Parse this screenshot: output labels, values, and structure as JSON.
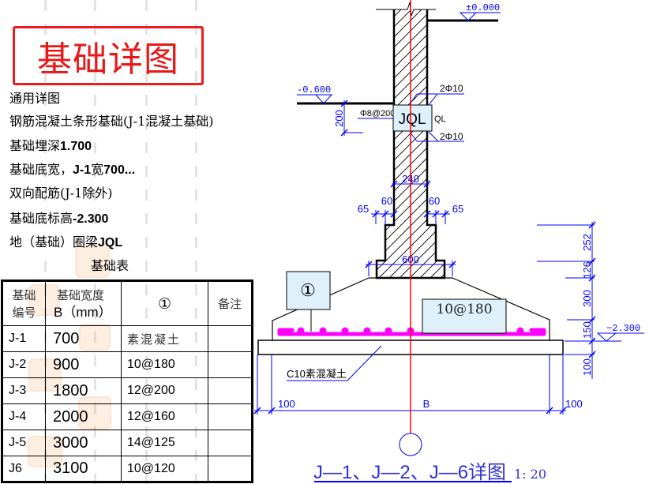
{
  "title_box": {
    "label": "基础详图"
  },
  "notes": [
    {
      "parts": [
        "通用详图"
      ]
    },
    {
      "parts": [
        "钢筋混凝土条形基础(J-1混凝土基础)"
      ]
    },
    {
      "parts": [
        "基础埋深",
        "1.700"
      ]
    },
    {
      "parts": [
        "基础底宽，",
        "J-1",
        "宽",
        "700..."
      ]
    },
    {
      "parts": [
        "双向配筋(J-1除外)"
      ]
    },
    {
      "parts": [
        "基础底标高",
        "-2.300"
      ]
    },
    {
      "parts": [
        "地（基础）圈梁",
        "JQL"
      ]
    }
  ],
  "foundation_table": {
    "caption": "基础表",
    "headers": [
      {
        "lines": [
          "基础",
          "编号"
        ]
      },
      {
        "lines": [
          "基础宽度",
          "B（mm）"
        ]
      },
      {
        "lines": [
          "①"
        ]
      },
      {
        "lines": [
          "备注"
        ]
      }
    ],
    "rows": [
      {
        "id": "J-1",
        "width_b": "700",
        "rebar_1": "素混凝土",
        "remark": ""
      },
      {
        "id": "J-2",
        "width_b": "900",
        "rebar_1": "10@180",
        "remark": ""
      },
      {
        "id": "J-3",
        "width_b": "1800",
        "rebar_1": "12@200",
        "remark": ""
      },
      {
        "id": "J-4",
        "width_b": "2000",
        "rebar_1": "12@160",
        "remark": ""
      },
      {
        "id": "J-5",
        "width_b": "3000",
        "rebar_1": "14@125",
        "remark": ""
      },
      {
        "id": "J6",
        "width_b": "3100",
        "rebar_1": "10@120",
        "remark": ""
      }
    ]
  },
  "section_drawing": {
    "elevations": {
      "ground": "±0.000",
      "outdoor": "-0.600",
      "foundation_bottom": "−2.300"
    },
    "ring_beam": {
      "label": "JQL",
      "side_label": "QL",
      "stirrup": "Φ8@200",
      "top_bars": "2Φ10",
      "bottom_bars": "2Φ10"
    },
    "dimensions": {
      "beam_height": "200",
      "wall_width": "240",
      "step_left_inner": "60",
      "step_right_inner": "60",
      "step_left_outer": "65",
      "step_right_outer": "65",
      "pedestal_width": "600",
      "h_252": "252",
      "h_126": "126",
      "h_300": "300",
      "h_150": "150",
      "h_100": "100",
      "left_offset": "100",
      "base_width": "B",
      "right_offset": "100"
    },
    "callouts": {
      "bar_mark": "①",
      "bottom_rebar": "10@180",
      "cushion": "C10素混凝土"
    },
    "title": "J—1、J—2、J—6详图",
    "scale": "1: 20"
  },
  "colors": {
    "title_red": "#e81818",
    "dimension_blue": "#0000ff",
    "rebar_magenta": "#ff00ff",
    "center_line_red": "#ff0000",
    "callout_fill": "#def0fa"
  }
}
